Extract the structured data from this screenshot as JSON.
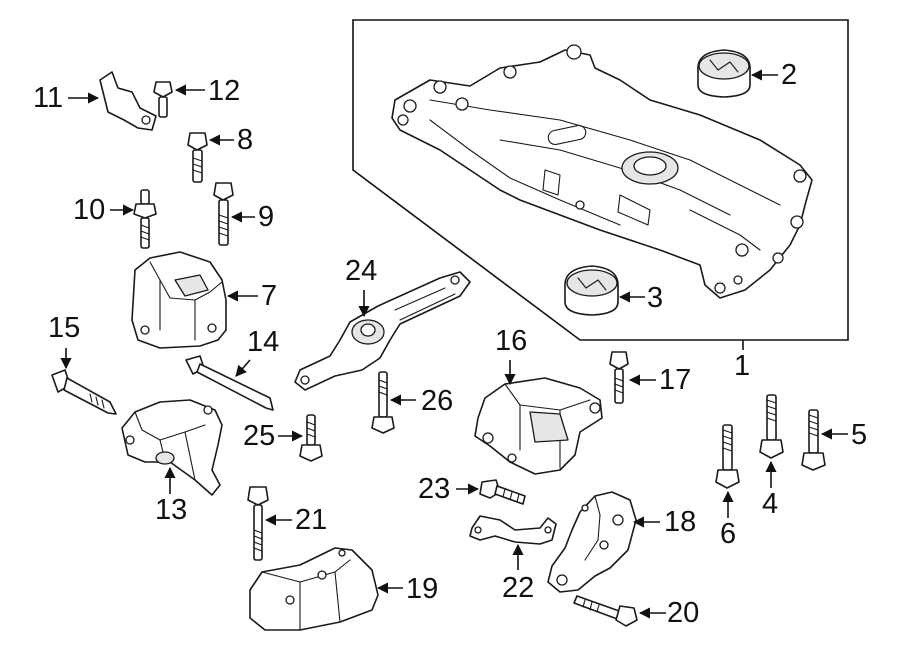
{
  "callouts": {
    "c1": "1",
    "c2": "2",
    "c3": "3",
    "c4": "4",
    "c5": "5",
    "c6": "6",
    "c7": "7",
    "c8": "8",
    "c9": "9",
    "c10": "10",
    "c11": "11",
    "c12": "12",
    "c13": "13",
    "c14": "14",
    "c15": "15",
    "c16": "16",
    "c17": "17",
    "c18": "18",
    "c19": "19",
    "c20": "20",
    "c21": "21",
    "c22": "22",
    "c23": "23",
    "c24": "24",
    "c25": "25",
    "c26": "26"
  },
  "colors": {
    "line": "#1a1a1a",
    "background": "#ffffff",
    "shade": "#e6e6e6"
  }
}
